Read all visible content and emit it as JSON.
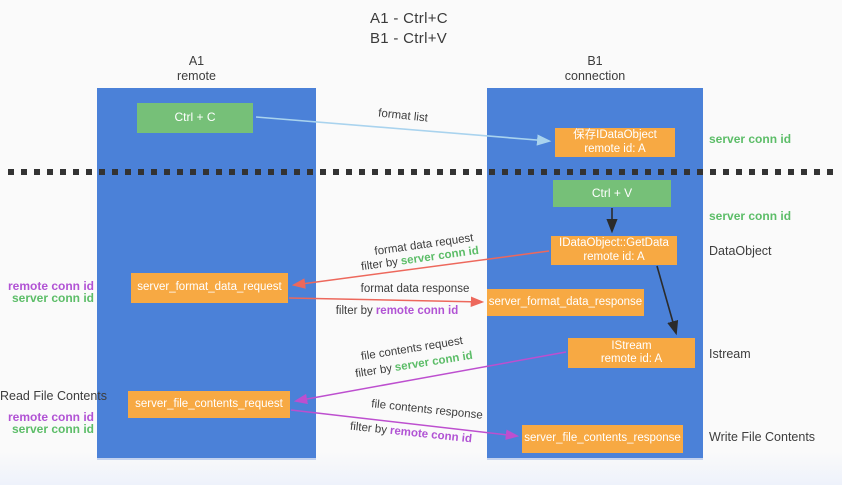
{
  "title": {
    "line1": "A1 - Ctrl+C",
    "line2": "B1 - Ctrl+V"
  },
  "columns": {
    "a1": {
      "id": "A1",
      "role": "remote"
    },
    "b1": {
      "id": "B1",
      "role": "connection"
    }
  },
  "nodes": {
    "ctrl_c": {
      "label": "Ctrl + C"
    },
    "ctrl_v": {
      "label": "Ctrl + V"
    },
    "save_dataobject": {
      "line1": "保存IDataObject",
      "line2": "remote id: A"
    },
    "getdata": {
      "line1": "IDataObject::GetData",
      "line2": "remote id: A"
    },
    "istream": {
      "line1": "IStream",
      "line2": "remote id: A"
    },
    "format_request": {
      "label": "server_format_data_request"
    },
    "format_response": {
      "label": "server_format_data_response"
    },
    "file_request": {
      "label": "server_file_contents_request"
    },
    "file_response": {
      "label": "server_file_contents_response"
    }
  },
  "arrow_labels": {
    "format_list": "format list",
    "format_data_request": "format data request",
    "format_data_response": "format data response",
    "file_contents_request": "file contents request",
    "file_contents_response": "file contents response",
    "filter_by": "filter by",
    "server_conn_id": "server conn id",
    "remote_conn_id": "remote conn id"
  },
  "annotations": {
    "right_server_conn_id_1": "server conn id",
    "right_server_conn_id_2": "server conn id",
    "right_dataobject": "DataObject",
    "right_istream": "Istream",
    "right_write_file_contents": "Write File Contents",
    "left_remote_conn_id_1": "remote conn id",
    "left_server_conn_id_1": "server conn id",
    "left_read_file_contents": "Read File Contents",
    "left_remote_conn_id_2": "remote conn id",
    "left_server_conn_id_2": "server conn id"
  },
  "colors": {
    "column_blue": "#4b81d8",
    "node_green": "#76c078",
    "node_orange": "#f7a943",
    "accent_green": "#5cbd68",
    "accent_purple": "#b153d4",
    "arrow_red": "#ed685c",
    "arrow_magenta": "#bd4fcf",
    "arrow_lightblue": "#a9d3ee",
    "arrow_black": "#2b2b2b"
  }
}
